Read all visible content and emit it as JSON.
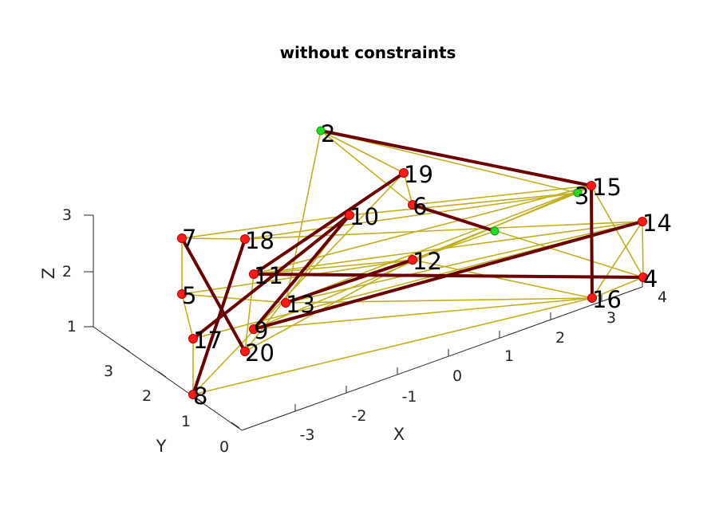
{
  "title": "without constraints",
  "axes": {
    "x_label": "X",
    "y_label": "Y",
    "z_label": "Z",
    "x_ticks": [
      "-3",
      "-2",
      "-1",
      "0",
      "1",
      "2",
      "3",
      "4"
    ],
    "y_ticks": [
      "0",
      "1",
      "2",
      "3"
    ],
    "z_ticks": [
      "1",
      "2",
      "3"
    ]
  },
  "colors": {
    "thin_edge": "#c0b020",
    "thick_edge": "#6b0000",
    "node": "#ff1a1a",
    "highlight_node": "#22dd22"
  },
  "nodes": [
    {
      "id": "2",
      "label": "2",
      "type": "green"
    },
    {
      "id": "19",
      "label": "19",
      "type": "red"
    },
    {
      "id": "6",
      "label": "6",
      "type": "red"
    },
    {
      "id": "3",
      "label": "3",
      "type": "green"
    },
    {
      "id": "15",
      "label": "15",
      "type": "red"
    },
    {
      "id": "10",
      "label": "10",
      "type": "red"
    },
    {
      "id": "14",
      "label": "14",
      "type": "red"
    },
    {
      "id": "7",
      "label": "7",
      "type": "red"
    },
    {
      "id": "18",
      "label": "18",
      "type": "red"
    },
    {
      "id": "12",
      "label": "12",
      "type": "red"
    },
    {
      "id": "11",
      "label": "11",
      "type": "red"
    },
    {
      "id": "4",
      "label": "4",
      "type": "red"
    },
    {
      "id": "5",
      "label": "5",
      "type": "red"
    },
    {
      "id": "13",
      "label": "13",
      "type": "red"
    },
    {
      "id": "16",
      "label": "16",
      "type": "red"
    },
    {
      "id": "9",
      "label": "9",
      "type": "red"
    },
    {
      "id": "17",
      "label": "17",
      "type": "red"
    },
    {
      "id": "20",
      "label": "20",
      "type": "red"
    },
    {
      "id": "8",
      "label": "8",
      "type": "red"
    },
    {
      "id": "m",
      "label": "",
      "type": "green"
    }
  ],
  "thick_edges": [
    [
      "2",
      "15"
    ],
    [
      "19",
      "11"
    ],
    [
      "10",
      "9"
    ],
    [
      "7",
      "20"
    ],
    [
      "18",
      "8"
    ],
    [
      "11",
      "4"
    ],
    [
      "13",
      "12"
    ],
    [
      "9",
      "14"
    ],
    [
      "15",
      "16"
    ],
    [
      "17",
      "10"
    ],
    [
      "6",
      "m"
    ]
  ],
  "thin_edges": [
    [
      "2",
      "19"
    ],
    [
      "2",
      "3"
    ],
    [
      "2",
      "13"
    ],
    [
      "2",
      "6"
    ],
    [
      "19",
      "6"
    ],
    [
      "19",
      "8"
    ],
    [
      "6",
      "15"
    ],
    [
      "6",
      "4"
    ],
    [
      "10",
      "3"
    ],
    [
      "10",
      "20"
    ],
    [
      "7",
      "10"
    ],
    [
      "7",
      "18"
    ],
    [
      "7",
      "5"
    ],
    [
      "5",
      "12"
    ],
    [
      "5",
      "17"
    ],
    [
      "18",
      "3"
    ],
    [
      "11",
      "14"
    ],
    [
      "11",
      "15"
    ],
    [
      "11",
      "12"
    ],
    [
      "12",
      "3"
    ],
    [
      "12",
      "16"
    ],
    [
      "13",
      "16"
    ],
    [
      "13",
      "15"
    ],
    [
      "9",
      "15"
    ],
    [
      "9",
      "16"
    ],
    [
      "17",
      "8"
    ],
    [
      "17",
      "14"
    ],
    [
      "8",
      "16"
    ],
    [
      "20",
      "12"
    ],
    [
      "20",
      "11"
    ],
    [
      "14",
      "4"
    ],
    [
      "14",
      "16"
    ],
    [
      "15",
      "4"
    ],
    [
      "16",
      "4"
    ],
    [
      "3",
      "15"
    ],
    [
      "5",
      "13"
    ],
    [
      "18",
      "14"
    ],
    [
      "m",
      "12"
    ],
    [
      "13",
      "14"
    ]
  ]
}
